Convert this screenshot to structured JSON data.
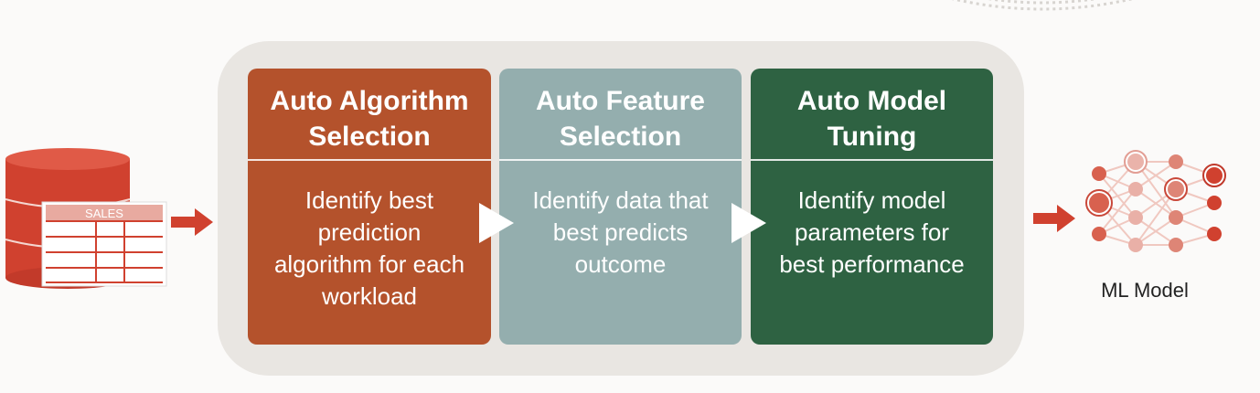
{
  "colors": {
    "card_1": "#b4522c",
    "card_2": "#94aeae",
    "card_3": "#2e6242",
    "container": "#e9e6e2",
    "accent_red": "#d0412f"
  },
  "icons": {
    "database": "database-icon",
    "neural_network": "neural-network-icon"
  },
  "input": {
    "table_label": "SALES"
  },
  "steps": [
    {
      "title": "Auto Algorithm\nSelection",
      "body": "Identify best\nprediction\nalgorithm for each\nworkload"
    },
    {
      "title": "Auto Feature\nSelection",
      "body": "Identify data that\nbest predicts\noutcome"
    },
    {
      "title": "Auto Model\nTuning",
      "body": "Identify model\nparameters for\nbest performance"
    }
  ],
  "output": {
    "label": "ML Model"
  }
}
